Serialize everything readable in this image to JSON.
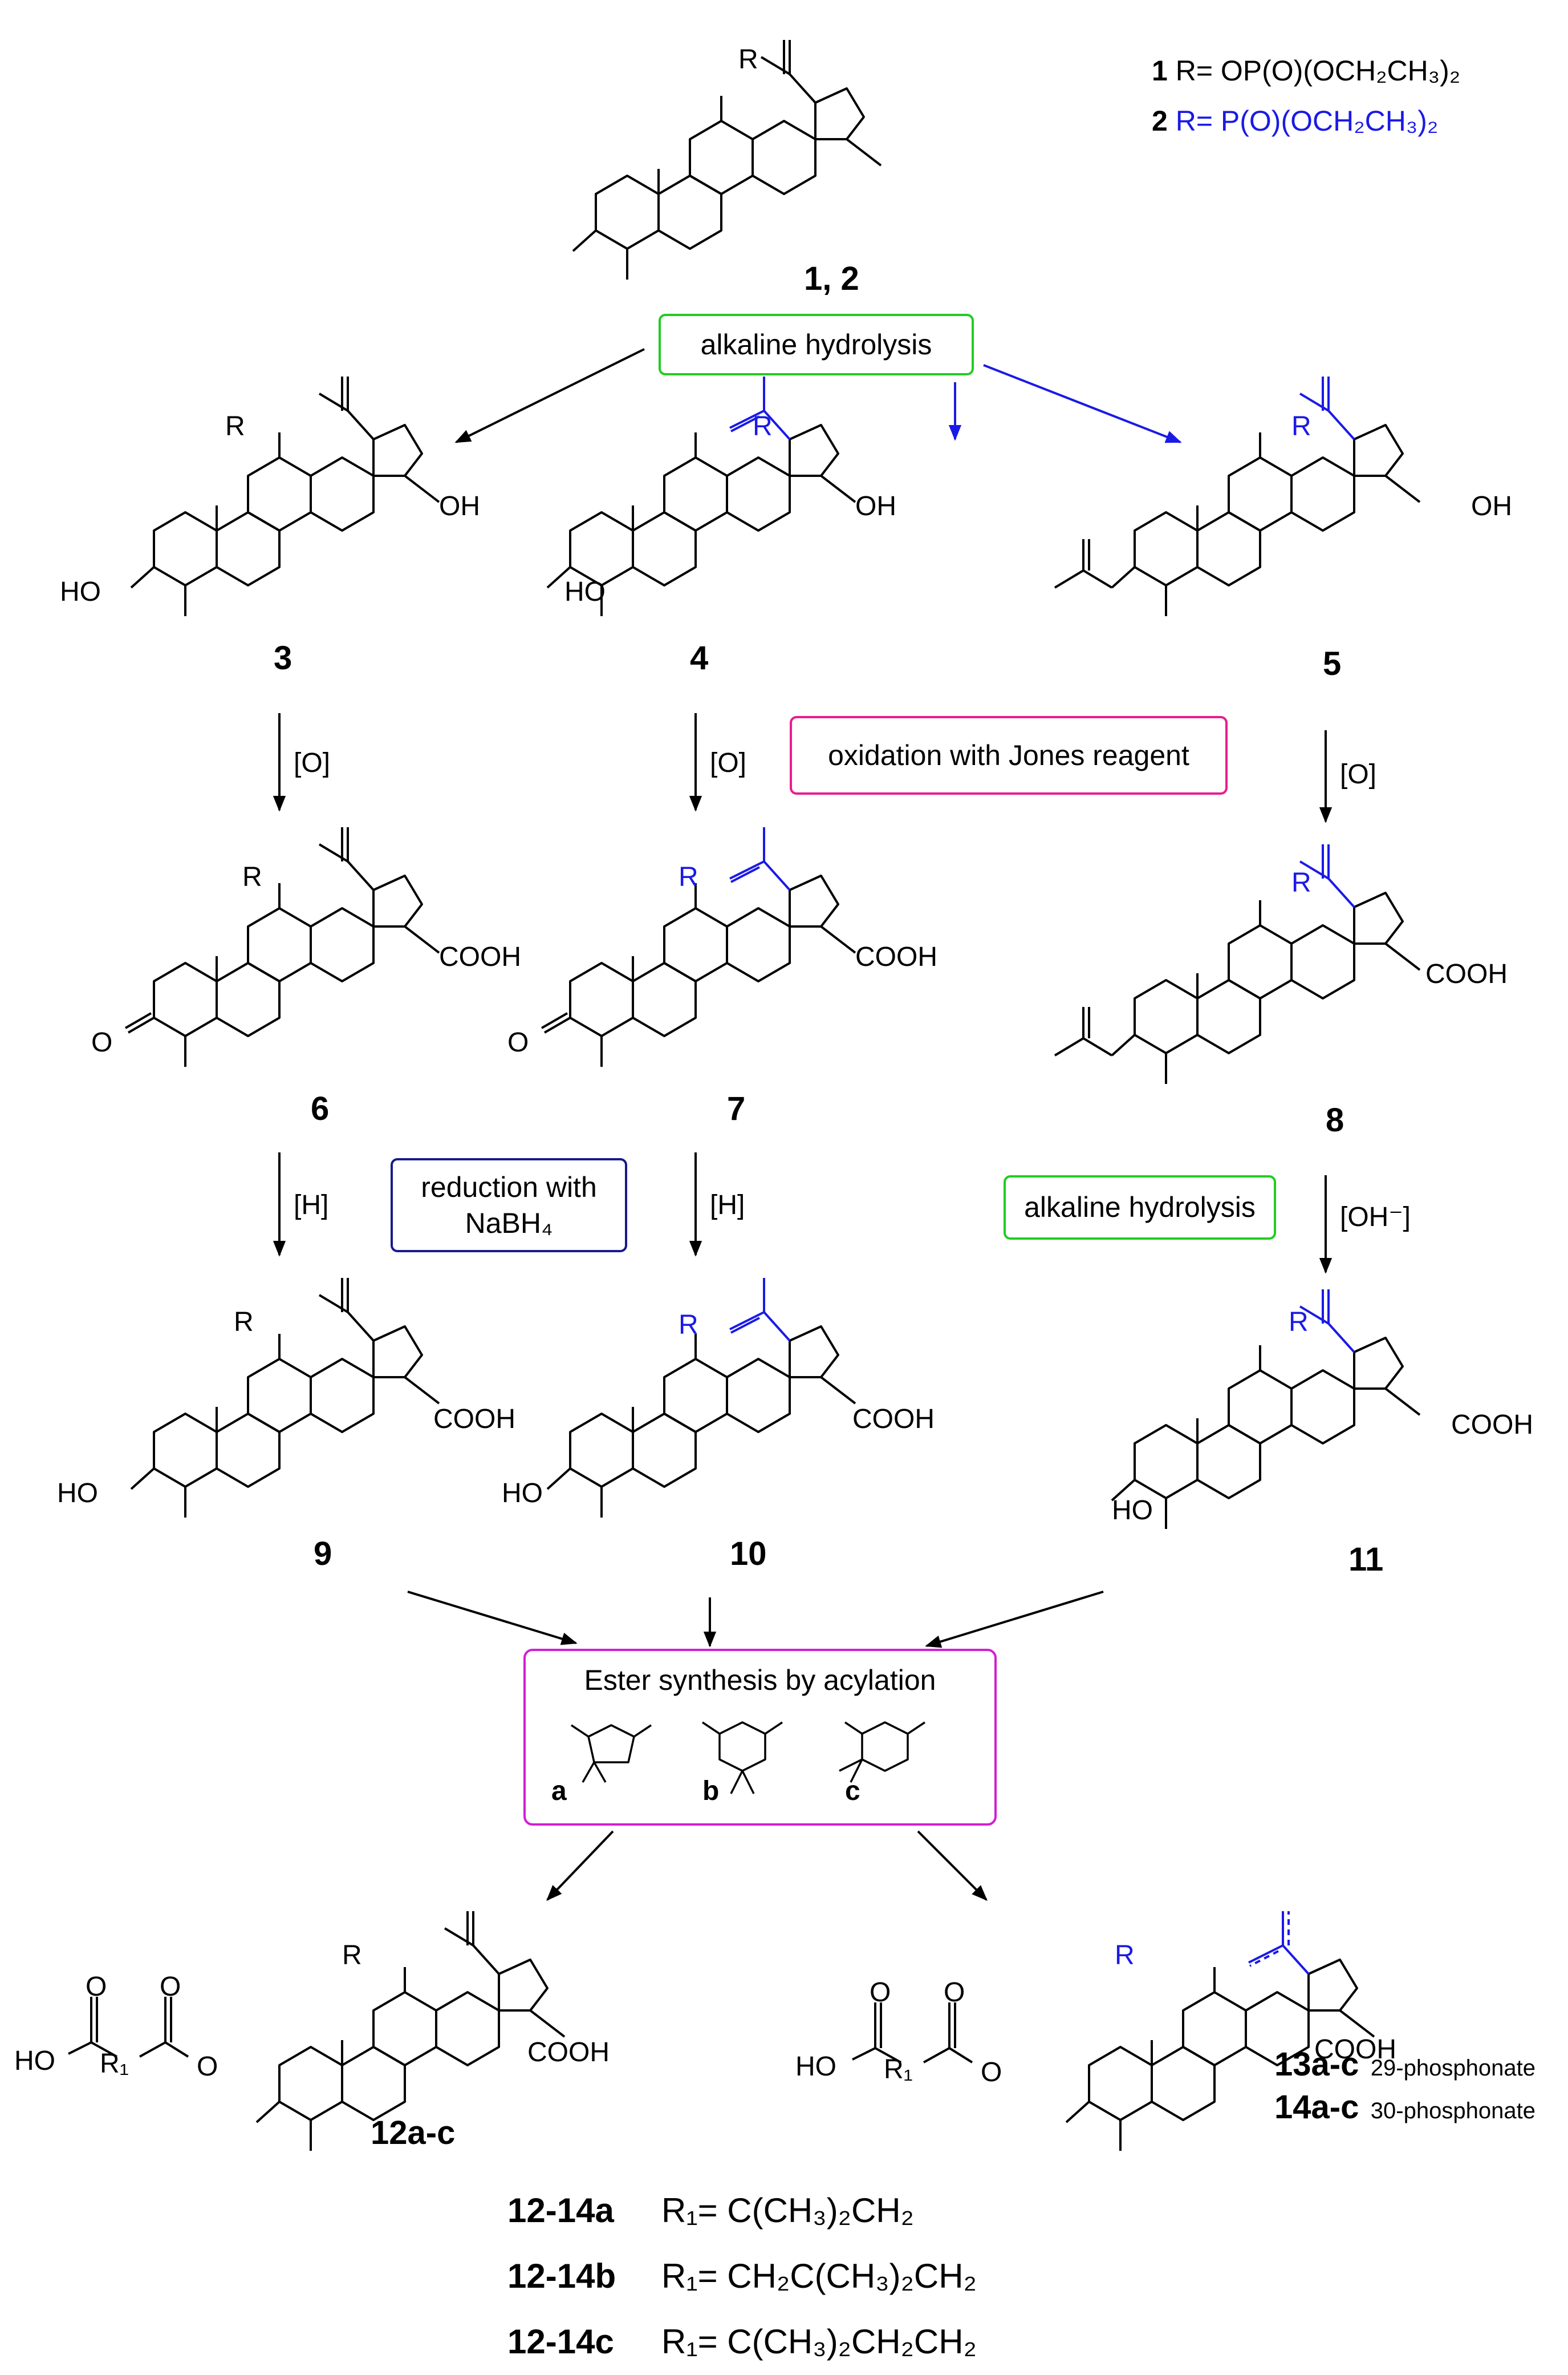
{
  "top": {
    "compound_label": "1, 2",
    "legend": [
      {
        "num": "1",
        "text": "R= OP(O)(OCH₂CH₃)₂",
        "color": "#000000"
      },
      {
        "num": "2",
        "text": "R= P(O)(OCH₂CH₃)₂",
        "color": "#1a1ae6"
      }
    ]
  },
  "boxes": {
    "alkaline_top": "alkaline hydrolysis",
    "jones": "oxidation with Jones reagent",
    "nabh4": "reduction with NaBH₄",
    "alkaline_right": "alkaline hydrolysis",
    "ester": "Ester synthesis by acylation"
  },
  "conditions": {
    "ox": "[O]",
    "red": "[H]",
    "oh": "[OH⁻]"
  },
  "compounds": {
    "c3": "3",
    "c4": "4",
    "c5": "5",
    "c6": "6",
    "c7": "7",
    "c8": "8",
    "c9": "9",
    "c10": "10",
    "c11": "11",
    "c12": "12a-c",
    "c13": "13a-c",
    "c14": "14a-c"
  },
  "annotations": {
    "p29": "29-phosphonate",
    "p30": "30-phosphonate"
  },
  "groups": {
    "R": "R",
    "OH": "OH",
    "HO": "HO",
    "COOH": "COOH",
    "O": "O",
    "R1": "R₁"
  },
  "anhydrides": [
    "a",
    "b",
    "c"
  ],
  "r1_legend": [
    {
      "label": "12-14a",
      "r": "R₁=  C(CH₃)₂CH₂"
    },
    {
      "label": "12-14b",
      "r": "R₁=  CH₂C(CH₃)₂CH₂"
    },
    {
      "label": "12-14c",
      "r": "R₁=  C(CH₃)₂CH₂CH₂"
    }
  ],
  "colors": {
    "green": "#22cc22",
    "magenta": "#e61e8c",
    "navy": "#1a1a8c",
    "violet": "#d21ed2",
    "blue": "#1a1ae6"
  }
}
